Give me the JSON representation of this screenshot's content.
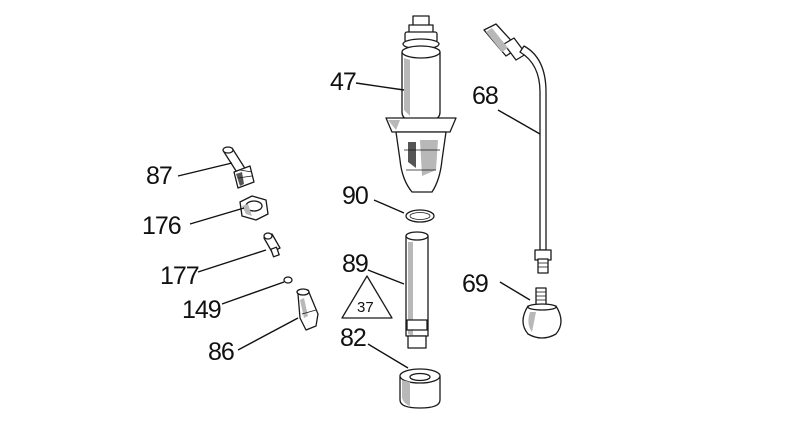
{
  "labels": {
    "p47": "47",
    "p68": "68",
    "p87": "87",
    "p90": "90",
    "p176": "176",
    "p89": "89",
    "p37": "37",
    "p177": "177",
    "p69": "69",
    "p149": "149",
    "p82": "82",
    "p86": "86"
  },
  "colors": {
    "line": "#111111",
    "shade": "#b8b8b8",
    "dark": "#555555",
    "background": "#ffffff"
  }
}
